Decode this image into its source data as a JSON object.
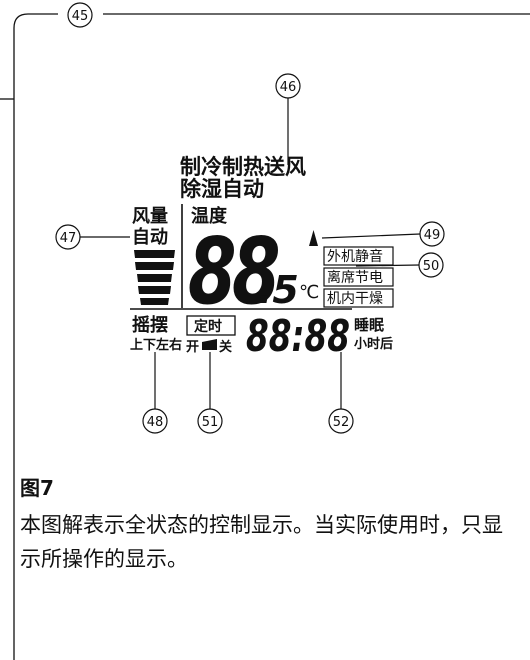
{
  "callouts": {
    "c45": "45",
    "c46": "46",
    "c47": "47",
    "c48": "48",
    "c49": "49",
    "c50": "50",
    "c51": "51",
    "c52": "52"
  },
  "display": {
    "modes_line1": "制冷制热送风",
    "modes_line2": "除湿自动",
    "fan_label": "风量",
    "auto_label": "自动",
    "temp_label": "温度",
    "temp_digits": "88",
    "temp_decimal": ".5",
    "temp_unit": "℃",
    "box_outdoor_quiet": "外机静音",
    "box_away_save": "离席节电",
    "box_inner_dry": "机内干燥",
    "swing_label": "摇摆",
    "swing_dirs": "上下左右",
    "timer_label": "定时",
    "timer_on": "开",
    "timer_off": "关",
    "time_digits": "88:88",
    "sleep_label": "睡眠",
    "hours_after_label": "小时后"
  },
  "caption": {
    "title": "图7",
    "text": "本图解表示全状态的控制显示。当实际使用时，只显示所操作的显示。"
  }
}
